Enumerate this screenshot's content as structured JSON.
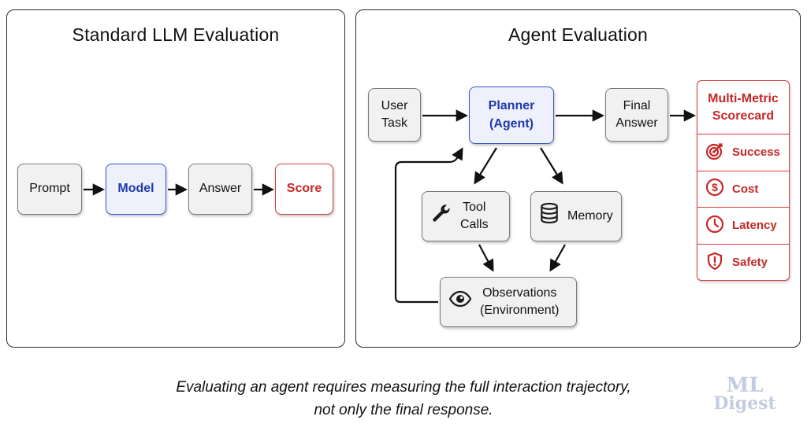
{
  "left_panel": {
    "title": "Standard LLM Evaluation",
    "flow": [
      {
        "label": "Prompt"
      },
      {
        "label": "Model"
      },
      {
        "label": "Answer"
      },
      {
        "label": "Score"
      }
    ]
  },
  "right_panel": {
    "title": "Agent Evaluation",
    "user_task": "User\nTask",
    "planner": "Planner\n(Agent)",
    "final_answer": "Final\nAnswer",
    "tool_calls": "Tool\nCalls",
    "memory": "Memory",
    "observations": "Observations\n(Environment)",
    "scorecard": {
      "title": "Multi-Metric\nScorecard",
      "metrics": [
        {
          "label": "Success",
          "icon": "target-icon"
        },
        {
          "label": "Cost",
          "icon": "dollar-icon"
        },
        {
          "label": "Latency",
          "icon": "clock-icon"
        },
        {
          "label": "Safety",
          "icon": "shield-alert-icon"
        }
      ]
    }
  },
  "caption": {
    "line1": "Evaluating an agent requires measuring the full interaction trajectory,",
    "line2": "not only the final response."
  },
  "watermark": {
    "line1": "ML",
    "line2": "Digest"
  },
  "colors": {
    "accent_blue": "#1f3aa8",
    "accent_red": "#c62828",
    "border": "#2a2a2a"
  }
}
